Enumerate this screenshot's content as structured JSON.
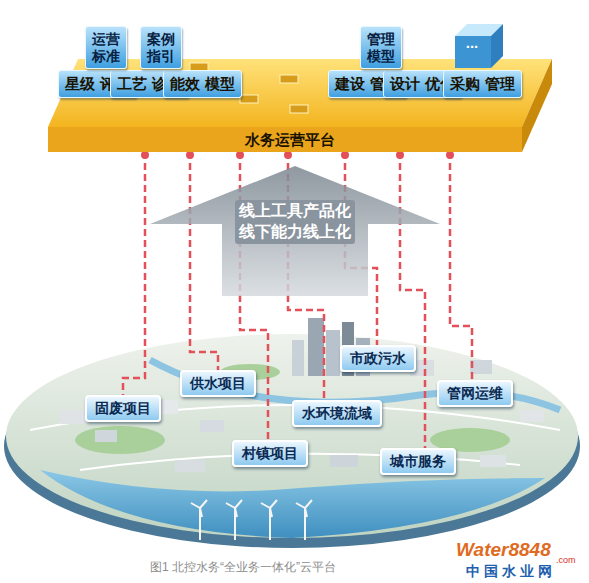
{
  "diagram": {
    "caption": "图1 北控水务“全业务一体化”云平台",
    "nodes": [
      {
        "text": [
          "运营 标准"
        ]
      },
      {
        "text": [
          "案例 指引"
        ]
      },
      {
        "text": [
          "管理 模型"
        ]
      },
      {
        "text": [
          "..."
        ]
      },
      {
        "text": [
          "水务运营平台"
        ]
      },
      {
        "text": [
          "星级 评价"
        ],
        "in": 4
      },
      {
        "text": [
          "工艺 诊断"
        ],
        "in": 4
      },
      {
        "text": [
          "能效 模型"
        ],
        "in": 4
      },
      {
        "text": [
          "建设 管理"
        ],
        "in": 4
      },
      {
        "text": [
          "设计 优化"
        ],
        "in": 4
      },
      {
        "text": [
          "采购 管理"
        ],
        "in": 4
      },
      {
        "text": [
          "线上工具产品化 线下能力线上化"
        ]
      },
      {
        "text": [
          "市政污水"
        ]
      },
      {
        "text": [
          "供水项目"
        ]
      },
      {
        "text": [
          "管网运维"
        ]
      },
      {
        "text": [
          "固废项目"
        ]
      },
      {
        "text": [
          "水环境流域"
        ]
      },
      {
        "text": [
          "村镇项目"
        ]
      },
      {
        "text": [
          "城市服务"
        ]
      }
    ],
    "edges": [
      {
        "from": 4,
        "to": 15,
        "arrow": "none"
      },
      {
        "from": 4,
        "to": 13,
        "arrow": "none"
      },
      {
        "from": 4,
        "to": 17,
        "arrow": "none"
      },
      {
        "from": 4,
        "to": 16,
        "arrow": "none"
      },
      {
        "from": 4,
        "to": 12,
        "arrow": "none"
      },
      {
        "from": 4,
        "to": 18,
        "arrow": "none"
      },
      {
        "from": 4,
        "to": 14,
        "arrow": "none"
      }
    ],
    "labels": [
      "Water8848",
      ".com",
      "中国水业网"
    ]
  }
}
